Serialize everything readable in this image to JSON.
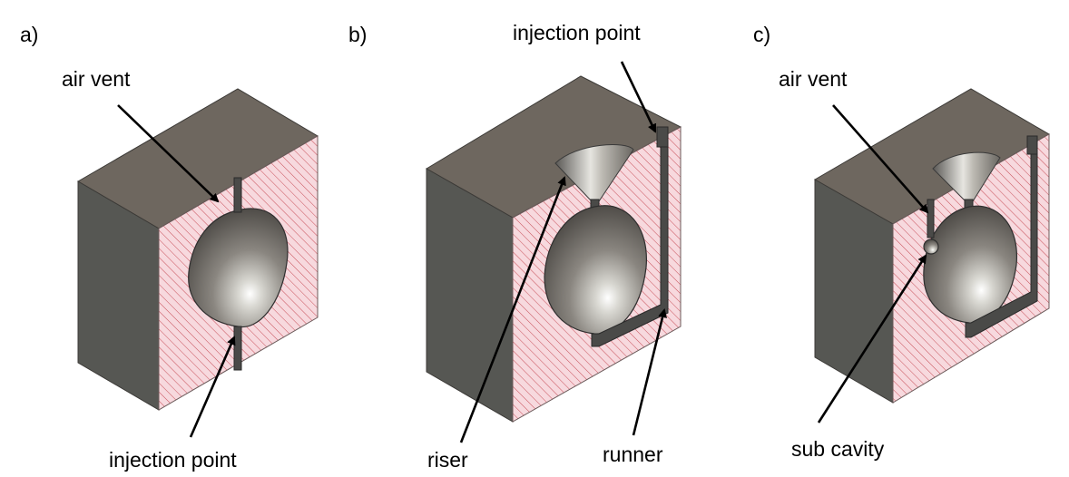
{
  "panels": [
    {
      "id": "a",
      "label": "a)",
      "annotations": [
        "air vent",
        "injection point"
      ]
    },
    {
      "id": "b",
      "label": "b)",
      "annotations": [
        "injection point",
        "riser",
        "runner"
      ]
    },
    {
      "id": "c",
      "label": "c)",
      "annotations": [
        "air vent",
        "sub cavity"
      ]
    }
  ],
  "colors": {
    "cut_face": "#f7d9de",
    "hatch": "#c8505a",
    "top_face": "#6e675f",
    "side_face": "#565753"
  }
}
